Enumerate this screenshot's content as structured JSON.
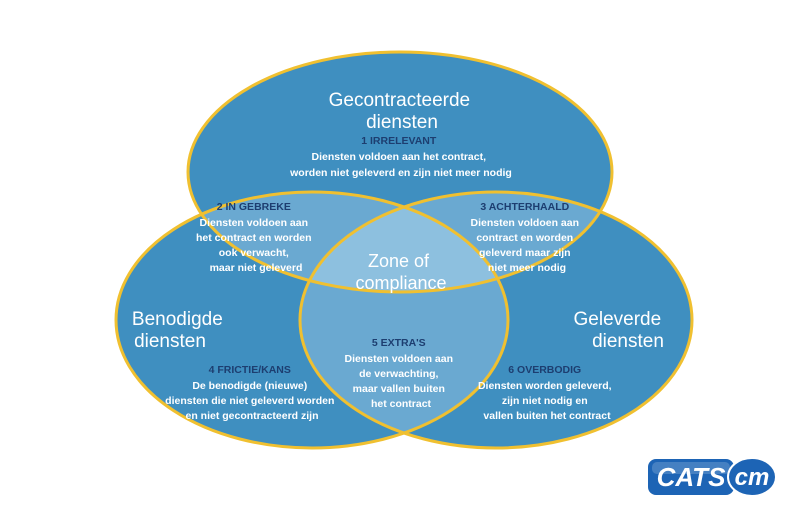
{
  "colors": {
    "circle_fill": "#3f8fc0",
    "overlap_fill": "#6aa9d1",
    "center_fill": "#8dc0df",
    "outline": "#f0c030",
    "heading_text": "#1d3e70",
    "body_text": "#ffffff",
    "logo_blue": "#1d64b5"
  },
  "circles": {
    "top": {
      "title_lines": [
        "Gecontracteerde",
        "diensten"
      ]
    },
    "left": {
      "title_lines": [
        "Benodigde",
        "diensten"
      ]
    },
    "right": {
      "title_lines": [
        "Geleverde",
        "diensten"
      ]
    }
  },
  "center": {
    "lines": [
      "Zone of",
      "compliance"
    ]
  },
  "zones": [
    {
      "heading": "1 IRRELEVANT",
      "lines": [
        "Diensten voldoen aan het contract,",
        "worden niet geleverd en zijn niet meer  nodig"
      ]
    },
    {
      "heading": "2 IN GEBREKE",
      "lines": [
        "Diensten voldoen aan",
        "het contract en worden",
        "ook verwacht,",
        "maar niet geleverd"
      ]
    },
    {
      "heading": "3 ACHTERHAALD",
      "lines": [
        "Diensten voldoen aan",
        "contract en worden",
        "geleverd maar zijn",
        "niet meer nodig"
      ]
    },
    {
      "heading": "4 FRICTIE/KANS",
      "lines": [
        "De benodigde (nieuwe)",
        "diensten die niet geleverd worden",
        "en niet gecontracteerd zijn"
      ]
    },
    {
      "heading": "5 EXTRA'S",
      "lines": [
        "Diensten voldoen aan",
        "de verwachting,",
        "maar vallen buiten",
        "het contract"
      ]
    },
    {
      "heading": "6 OVERBODIG",
      "lines": [
        "Diensten worden geleverd,",
        "zijn niet nodig en",
        "vallen buiten het contract"
      ]
    }
  ],
  "logo": {
    "left": "CATS",
    "right": "cm"
  }
}
